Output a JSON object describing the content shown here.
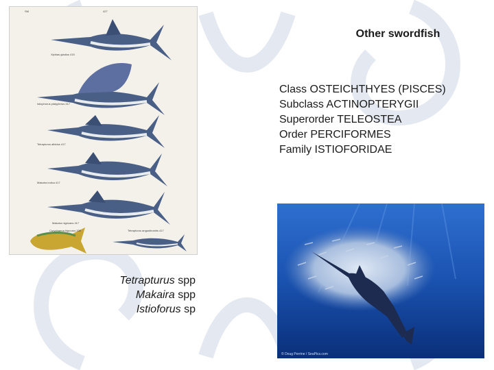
{
  "slide": {
    "title": "Other swordfish",
    "taxonomy": [
      "Class OSTEICHTHYES  (PISCES)",
      "Subclass ACTINOPTERYGII",
      "Superorder TELEOSTEA",
      "Order PERCIFORMES",
      "Family ISTIOFORIDAE"
    ],
    "species": [
      {
        "genus": "Tetrapturus",
        "suffix": " spp"
      },
      {
        "genus": "Makaira",
        "suffix": " spp"
      },
      {
        "genus": "Istioforus",
        "suffix": " sp"
      }
    ]
  },
  "plate": {
    "corner_left": "SM",
    "corner_right": "427",
    "labels": [
      "Xiphias gladius 415",
      "Istiophorus platypterus 417",
      "Tetrapturus albidus 417",
      "Makaira indica 417",
      "Makaira nigricans 417",
      "Coryphaena hippurus 339",
      "Tetrapturus angustirostris 417"
    ]
  },
  "photo": {
    "credit": "© Doug Perrine / SeaPics.com"
  },
  "colors": {
    "watermark": "#e4e9f1",
    "fish_body": "#4a5f86",
    "fish_belly": "#e8ecef",
    "ocean": "#0d3d8a"
  }
}
